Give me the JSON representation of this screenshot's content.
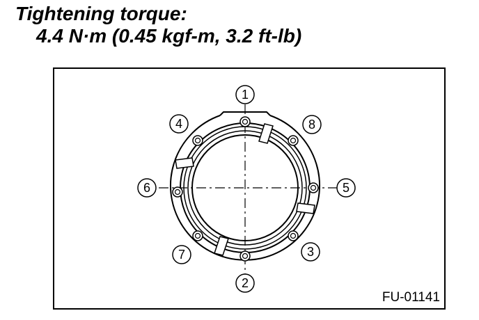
{
  "heading": {
    "title": "Tightening torque:",
    "value": "4.4 N·m (0.45 kgf-m, 3.2 ft-lb)"
  },
  "figure_id": "FU-01141",
  "bolt_sequence": [
    {
      "label": "1",
      "position": "top"
    },
    {
      "label": "2",
      "position": "bottom"
    },
    {
      "label": "3",
      "position": "lower-right"
    },
    {
      "label": "4",
      "position": "upper-left"
    },
    {
      "label": "5",
      "position": "right"
    },
    {
      "label": "6",
      "position": "left"
    },
    {
      "label": "7",
      "position": "lower-left"
    },
    {
      "label": "8",
      "position": "upper-right"
    }
  ]
}
